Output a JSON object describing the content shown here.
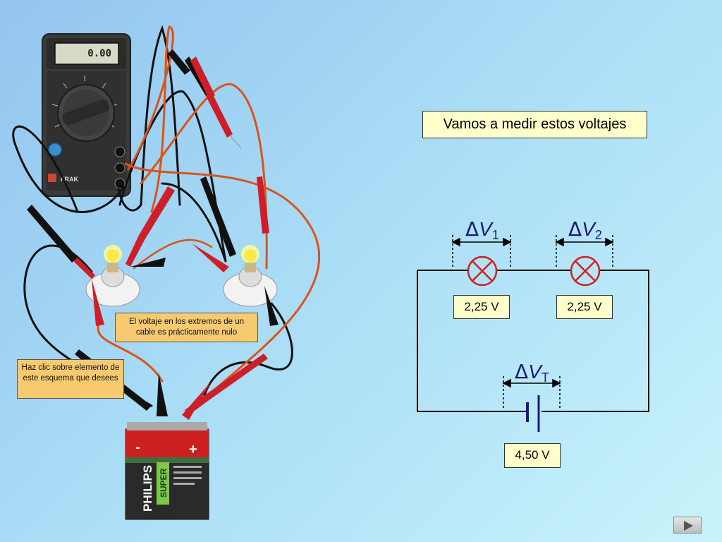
{
  "slide": {
    "heading": "Vamos a medir estos voltajes",
    "cable_note": "El voltaje en los extremos de un cable es prácticamente nulo",
    "click_note": "Haz clic sobre elemento de este esquema que desees"
  },
  "multimeter": {
    "display": "0.00",
    "brand": "FRAK"
  },
  "battery": {
    "brand": "PHILIPS",
    "line": "SUPER",
    "minus": "-",
    "plus": "+"
  },
  "circuit": {
    "delta_symbol": "Δ",
    "variable": "V",
    "v1": {
      "sub": "1",
      "reading": "2,25 V"
    },
    "v2": {
      "sub": "2",
      "reading": "2,25 V"
    },
    "vt": {
      "sub": "T",
      "reading": "4,50 V"
    }
  },
  "nav": {
    "next_icon": "play-arrow-icon"
  },
  "colors": {
    "cable_note_bg": "#f7ca6f",
    "reading_bg": "#ffffcc",
    "lamp_red": "#cc2222",
    "label_blue": "#1a1a7a",
    "probe_red": "#cc1f2a",
    "wire_orange": "#d9541a"
  }
}
